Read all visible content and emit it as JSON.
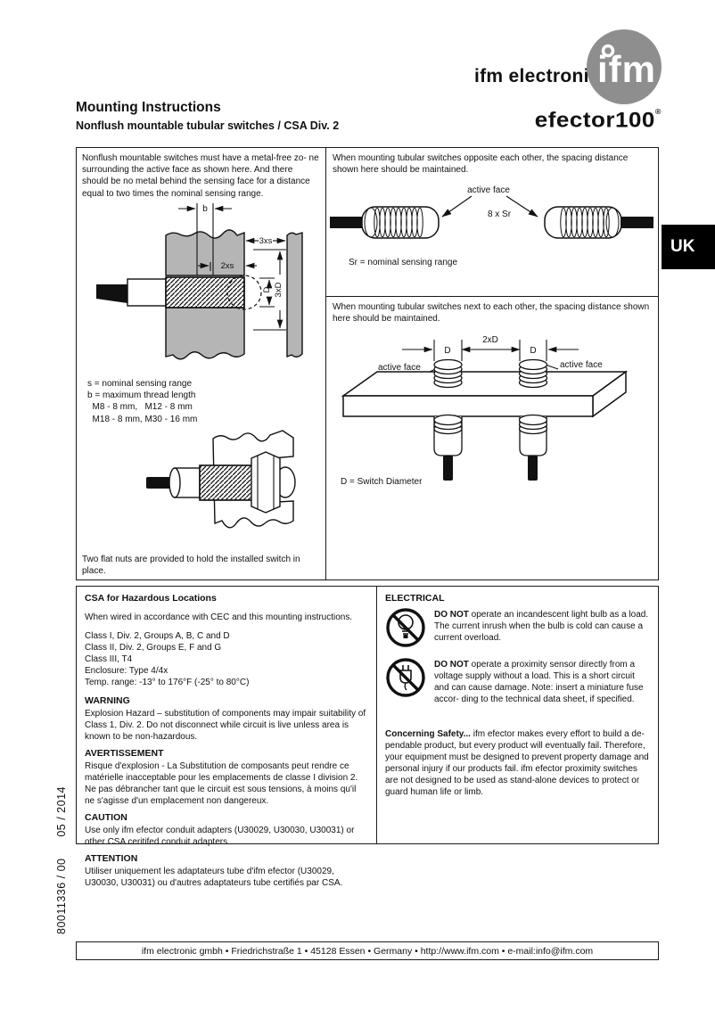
{
  "header": {
    "brand": "ifm electronic",
    "logo_text": "ifm",
    "product_logo": "efector100",
    "registered": "®"
  },
  "title": {
    "main": "Mounting Instructions",
    "sub": "Nonflush mountable tubular switches / CSA Div. 2"
  },
  "uk_badge": "UK",
  "flush_box": {
    "intro": "Nonflush mountable switches must have a metal-free zo- ne surrounding the active face as shown here. And there should be no metal behind the sensing face for a distance equal to two times the nominal sensing range.",
    "labels": {
      "b": "b",
      "xs3": "3xs",
      "xs2": "2xs",
      "d": "D",
      "d3": "3xD"
    },
    "legend": "s = nominal sensing range\nb = maximum thread length\n  M8 - 8 mm,   M12 - 8 mm\n  M18 - 8 mm, M30 - 16 mm",
    "note": "Two flat nuts are provided to hold the installed switch in place."
  },
  "opposite_box": {
    "text": "When mounting tubular switches opposite each other, the spacing distance shown here should be maintained.",
    "active_face": "active face",
    "spacing": "8 x Sr",
    "legend": "Sr = nominal sensing range"
  },
  "adjacent_box": {
    "text": "When mounting tubular switches next to each other, the spacing distance shown here should be maintained.",
    "d_left": "D",
    "spacing": "2xD",
    "d_right": "D",
    "active_left": "active face",
    "active_right": "active face",
    "legend": "D = Switch Diameter"
  },
  "csa": {
    "heading": "CSA for Hazardous Locations",
    "intro": "When wired in accordance with CEC and this mounting instructions.",
    "specs": "Class I, Div. 2, Groups A, B, C and D\nClass II, Div. 2, Groups E, F and G\nClass III, T4\nEnclosure: Type 4/4x\nTemp. range: -13° to 176°F (-25° to 80°C)",
    "warning_heading": "WARNING",
    "warning": "Explosion Hazard – substitution of components may impair suitability of Class 1, Div. 2. Do not disconnect while circuit is live unless area is known to be non-hazardous.",
    "avertissement_heading": "AVERTISSEMENT",
    "avertissement": "Risque d'explosion - La Substitution de composants peut rendre ce matérielle inacceptable pour les emplacements de classe I division 2. Ne pas débrancher tant que le circuit est sous tensions, à moins qu'il ne s'agisse d'un emplacement non dangereux.",
    "caution_heading": "CAUTION",
    "caution": "Use only ifm efector conduit adapters (U30029, U30030, U30031) or other CSA ceritifed conduit adapters.",
    "attention_heading": "ATTENTION",
    "attention": "Utiliser uniquement les adaptateurs tube d'ifm efector (U30029, U30030, U30031) ou d'autres adaptateurs tube certifiés par CSA."
  },
  "electrical": {
    "heading": "ELECTRICAL",
    "item1_bold": "DO NOT",
    "item1": " operate an incandescent light bulb as a load. The current inrush when the bulb is cold can cause a current overload.",
    "item2_bold": "DO NOT",
    "item2": " operate a proximity sensor directly from a voltage supply without a load. This is a short circuit and can cause damage. Note: insert a miniature fuse accor- ding to the technical data sheet, if specified.",
    "safety_bold": "Concerning Safety...",
    "safety": " ifm efector makes every effort to build a de- pendable product, but every product will eventually fail. Therefore, your equipment must be designed to prevent property damage and personal injury if our products fail. ifm efector proximity switches are not designed to be used as stand-alone devices to protect or guard human life or limb."
  },
  "footer": "ifm electronic gmbh • Friedrichstraße 1 • 45128 Essen • Germany • http://www.ifm.com • e-mail:info@ifm.com",
  "side_note": "80011336 / 00      05 / 2014",
  "colors": {
    "logo_gray": "#8e8e8e",
    "diagram_gray": "#b5b5b5",
    "badge": "#000000"
  }
}
